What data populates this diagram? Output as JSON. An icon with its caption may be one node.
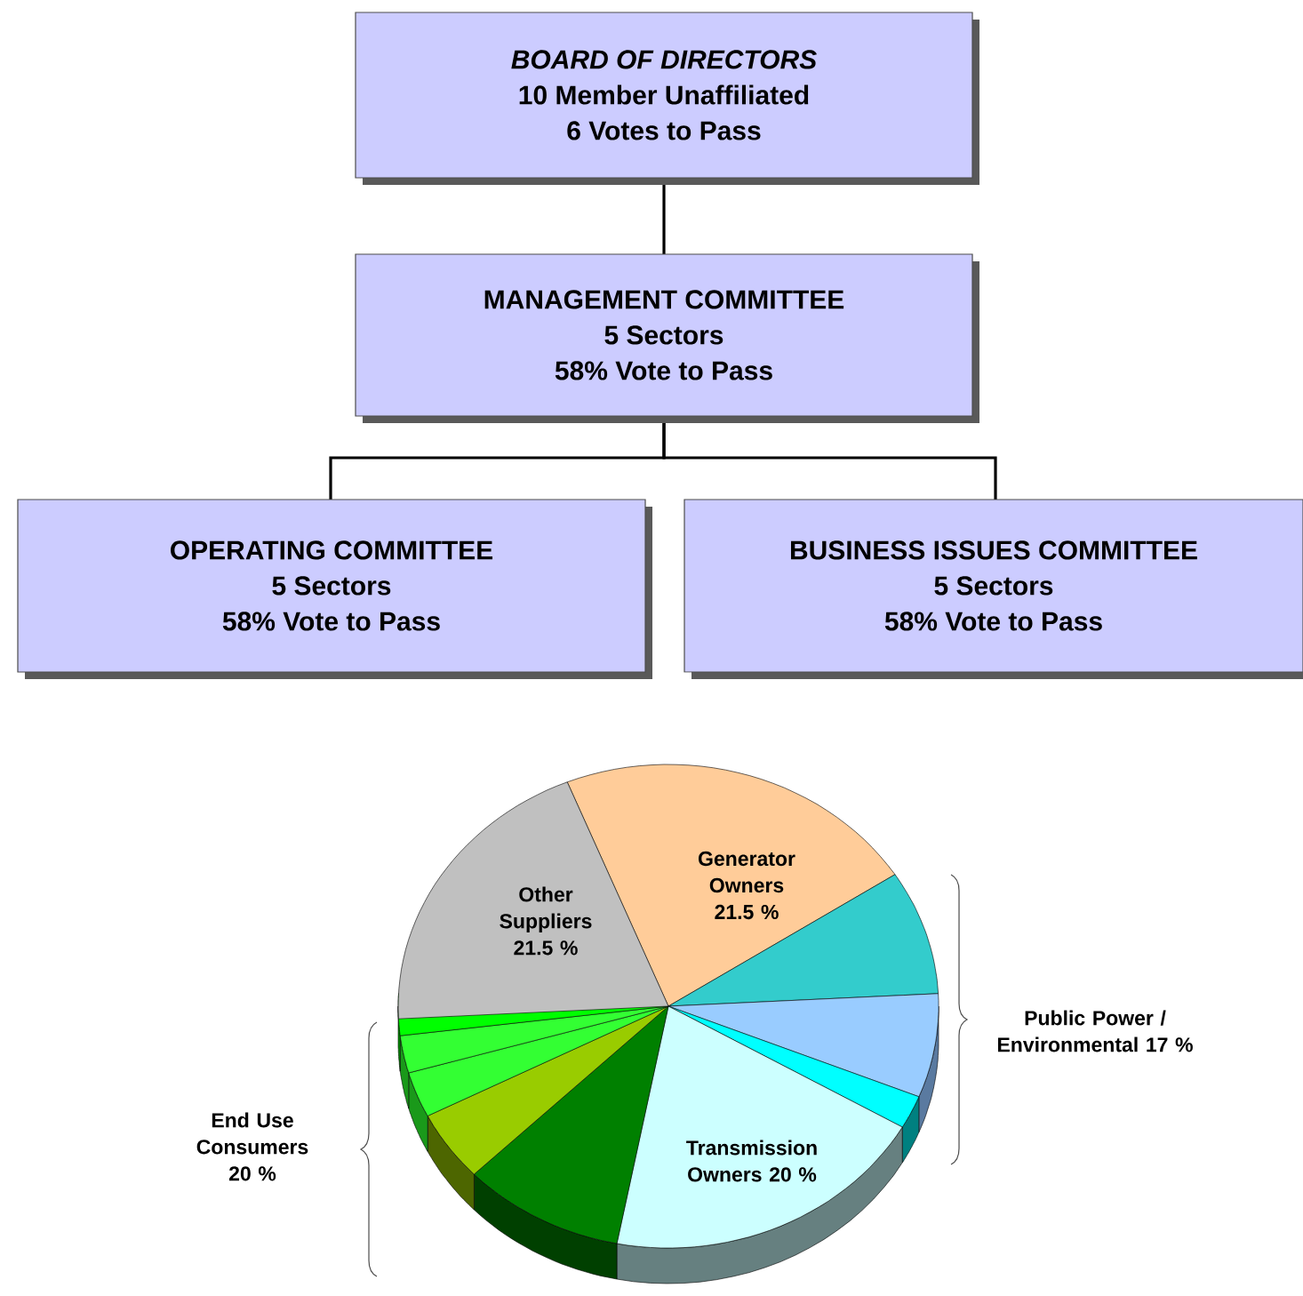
{
  "diagram": {
    "nodes": [
      {
        "text": [
          "BOARD OF DIRECTORS",
          "10 Member Unaffiliated",
          "6 Votes to Pass"
        ]
      },
      {
        "text": [
          "MANAGEMENT COMMITTEE",
          "5 Sectors",
          "58% Vote to Pass"
        ]
      },
      {
        "text": [
          "OPERATING COMMITTEE",
          "5 Sectors",
          "58% Vote to Pass"
        ]
      },
      {
        "text": [
          "BUSINESS ISSUES COMMITTEE",
          "5 Sectors",
          "58% Vote to Pass"
        ]
      }
    ],
    "edges": [
      {
        "from": 0,
        "to": 1,
        "arrow": "none"
      },
      {
        "from": 1,
        "to": 2,
        "arrow": "none"
      },
      {
        "from": 1,
        "to": 3,
        "arrow": "none"
      }
    ],
    "labels": [
      "Generator Owners 21.5 %",
      "Other Suppliers 21.5 %",
      "Public Power / Environmental 17 %",
      "End Use Consumers 20 %",
      "Transmission Owners 20 %"
    ]
  }
}
